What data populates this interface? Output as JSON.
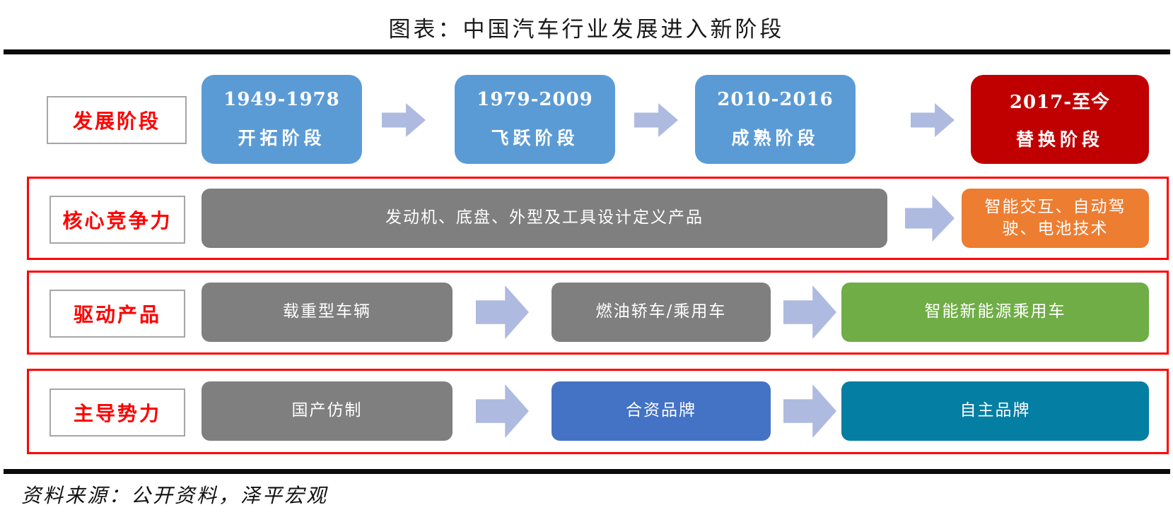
{
  "title": "图表：中国汽车行业发展进入新阶段",
  "source_note": "资料来源：公开资料，泽平宏观",
  "colors": {
    "stage_blue": "#5B9BD5",
    "stage_red": "#C00000",
    "arrow_periwinkle": "#AEBAE0",
    "node_gray": "#7F7F7F",
    "node_orange": "#ED7D31",
    "node_green": "#70AD47",
    "node_blue": "#4472C4",
    "node_teal": "#047EA2",
    "band_border_red": "#FF0000",
    "label_text_red": "#FF0000"
  },
  "row_development": {
    "label": "发展阶段",
    "stages": [
      {
        "period": "1949-1978",
        "name": "开拓阶段"
      },
      {
        "period": "1979-2009",
        "name": "飞跃阶段"
      },
      {
        "period": "2010-2016",
        "name": "成熟阶段"
      },
      {
        "period": "2017-至今",
        "name": "替换阶段"
      }
    ]
  },
  "row_competitiveness": {
    "label": "核心竞争力",
    "items": [
      "发动机、底盘、外型及工具设计定义产品",
      "智能交互、自动驾驶、电池技术"
    ]
  },
  "row_products": {
    "label": "驱动产品",
    "items": [
      "载重型车辆",
      "燃油轿车/乘用车",
      "智能新能源乘用车"
    ]
  },
  "row_forces": {
    "label": "主导势力",
    "items": [
      "国产仿制",
      "合资品牌",
      "自主品牌"
    ]
  }
}
